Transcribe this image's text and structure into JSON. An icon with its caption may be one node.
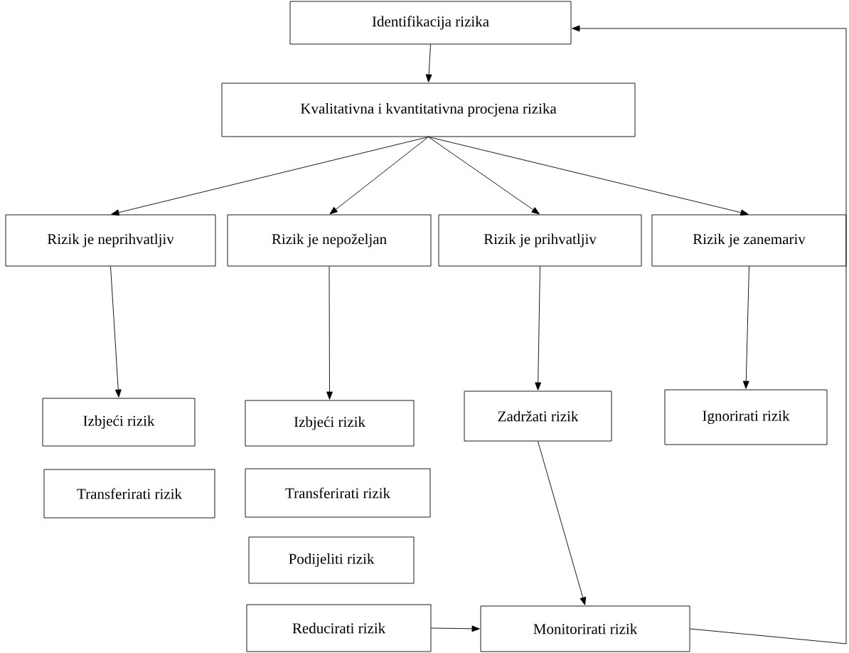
{
  "diagram": {
    "nodes": [
      {
        "text": [
          "Identifikacija rizika"
        ]
      },
      {
        "text": [
          "Kvalitativna i kvantitativna procjena rizika"
        ]
      },
      {
        "text": [
          "Rizik je neprihvatljiv"
        ]
      },
      {
        "text": [
          "Rizik je nepoželjan"
        ]
      },
      {
        "text": [
          "Rizik je prihvatljiv"
        ]
      },
      {
        "text": [
          "Rizik je zanemariv"
        ]
      },
      {
        "text": [
          "Izbjeći rizik"
        ]
      },
      {
        "text": [
          "Izbjeći rizik"
        ]
      },
      {
        "text": [
          "Zadržati rizik"
        ]
      },
      {
        "text": [
          "Ignorirati rizik"
        ]
      },
      {
        "text": [
          "Transferirati rizik"
        ]
      },
      {
        "text": [
          "Transferirati rizik"
        ]
      },
      {
        "text": [
          "Podijeliti rizik"
        ]
      },
      {
        "text": [
          "Reducirati rizik"
        ]
      },
      {
        "text": [
          "Monitorirati rizik"
        ]
      }
    ],
    "edges": [
      {
        "from": 0,
        "to": 1,
        "arrow": "to"
      },
      {
        "from": 1,
        "to": 2,
        "arrow": "to"
      },
      {
        "from": 1,
        "to": 3,
        "arrow": "to"
      },
      {
        "from": 1,
        "to": 4,
        "arrow": "to"
      },
      {
        "from": 1,
        "to": 5,
        "arrow": "to"
      },
      {
        "from": 2,
        "to": 6,
        "arrow": "to"
      },
      {
        "from": 3,
        "to": 7,
        "arrow": "to"
      },
      {
        "from": 4,
        "to": 8,
        "arrow": "to"
      },
      {
        "from": 5,
        "to": 9,
        "arrow": "to"
      },
      {
        "from": 8,
        "to": 14,
        "arrow": "to"
      },
      {
        "from": 13,
        "to": 14,
        "arrow": "to"
      },
      {
        "from": 14,
        "to": 0,
        "arrow": "to"
      }
    ]
  }
}
